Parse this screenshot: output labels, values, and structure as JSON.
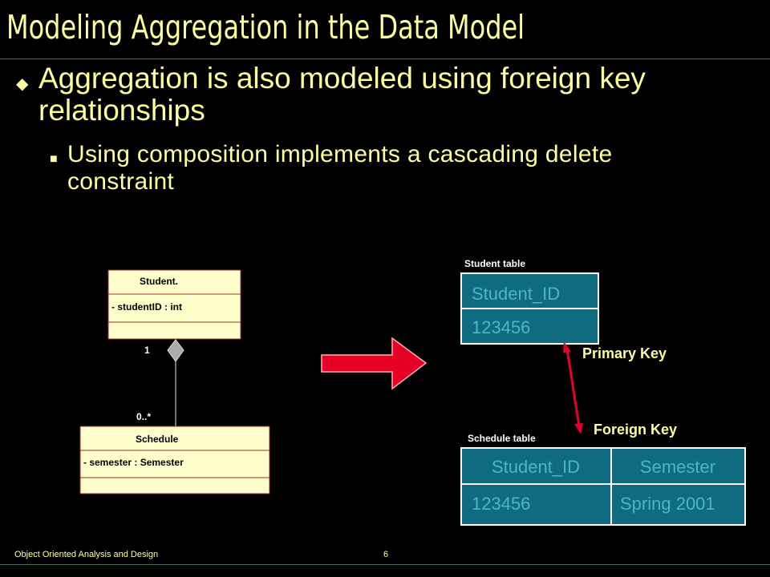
{
  "slide": {
    "title": "Modeling Aggregation in the Data Model",
    "bullet_main": "Aggregation is also modeled using foreign key relationships",
    "bullet_sub": "Using composition implements a cascading delete constraint"
  },
  "uml": {
    "student": {
      "name": "Student.",
      "attribute": "- studentID : int"
    },
    "schedule": {
      "name": "Schedule",
      "attribute": "- semester : Semester"
    },
    "multiplicity_one": "1",
    "multiplicity_many": "0..*"
  },
  "student_table": {
    "caption": "Student  table",
    "header": "Student_ID",
    "value": "123456"
  },
  "schedule_table": {
    "caption": "Schedule  table",
    "headers": [
      "Student_ID",
      "Semester"
    ],
    "values": [
      "123456",
      "Spring 2001"
    ]
  },
  "labels": {
    "primary_key": "Primary Key",
    "foreign_key": "Foreign Key"
  },
  "footer": {
    "course": "Object Oriented Analysis and Design",
    "page": "6"
  },
  "colors": {
    "text": "#ffff99",
    "uml_fill": "#ffffcc",
    "uml_border": "#993333",
    "table_fill": "#0f6b80",
    "table_text": "#4fb3cc",
    "arrow": "#e60026"
  }
}
